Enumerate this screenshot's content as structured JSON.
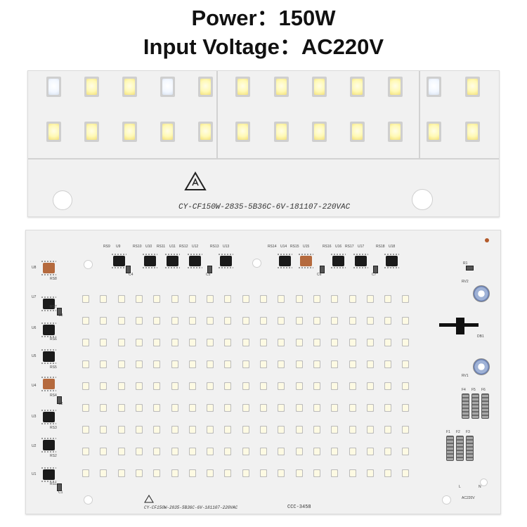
{
  "title": {
    "power": "Power：150W",
    "voltage": "Input Voltage：AC220V"
  },
  "top_board": {
    "model_text": "CY-CF150W-2835-5B36C-6V-181107-220VAC"
  },
  "bottom_board": {
    "model_text": "CY-CF150W-2835-5B36C-6V-181107-220VAC",
    "ccc_text": "CCC-3458",
    "labels": [
      "RS9",
      "U9",
      "RS10",
      "U10",
      "RS11",
      "U11",
      "RS12",
      "U12",
      "RS13",
      "U13",
      "RS14",
      "U14",
      "RS15",
      "U15",
      "RS16",
      "U16",
      "RS17",
      "U17",
      "RS18",
      "U18",
      "R1",
      "RV2",
      "DB1",
      "RV1",
      "F4",
      "F5",
      "F6",
      "F1",
      "F2",
      "F3",
      "U8",
      "RS8",
      "U7",
      "RS7",
      "U6",
      "RS6",
      "U5",
      "RS5",
      "U4",
      "RS4",
      "U3",
      "RS3",
      "U2",
      "RS2",
      "U1",
      "RS1",
      "C1",
      "C2",
      "C3",
      "C4",
      "C5",
      "C6",
      "C7",
      "L",
      "N",
      "AC220V"
    ]
  },
  "colors": {
    "pcb": "#f1f1f1",
    "led_warm": "#fff9b5",
    "led_cool": "#f2f7ff",
    "ic": "#1b1b1b"
  }
}
